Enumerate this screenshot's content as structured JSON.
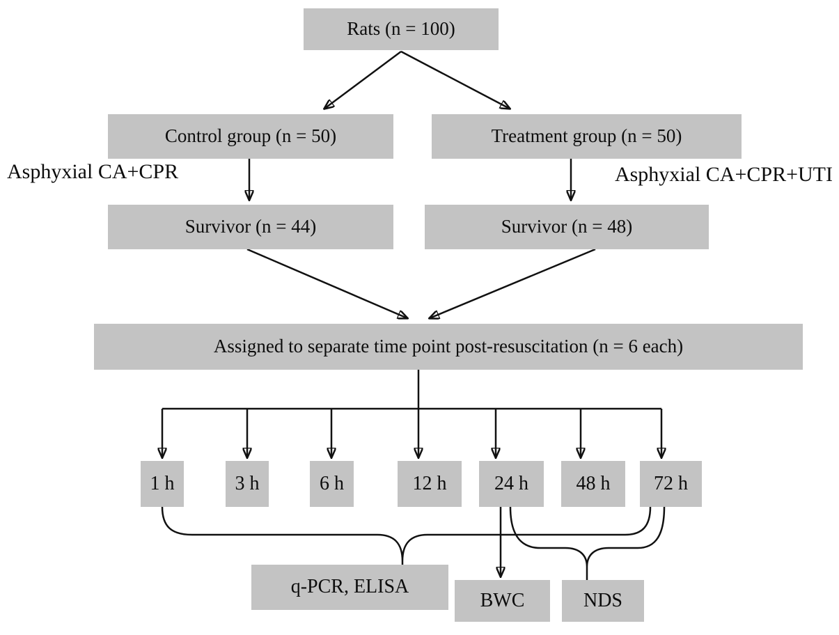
{
  "figure": {
    "background": "#ffffff",
    "box_fill": "#c3c3c3",
    "line_color": "#111111",
    "text_color": "#0d0d0d"
  },
  "nodes": {
    "rats": "Rats (n = 100)",
    "control_group": "Control group (n = 50)",
    "treatment_group": "Treatment group (n = 50)",
    "survivor_control": "Survivor (n = 44)",
    "survivor_treatment": "Survivor (n = 48)",
    "assignment": "Assigned to separate time point post-resuscitation (n = 6 each)",
    "timepoints": [
      "1 h",
      "3 h",
      "6 h",
      "12 h",
      "24 h",
      "48 h",
      "72 h"
    ],
    "qpcr_elisa": "q-PCR, ELISA",
    "bwc": "BWC",
    "nds": "NDS"
  },
  "annotations": {
    "control_procedure": "Asphyxial CA+CPR",
    "treatment_procedure": "Asphyxial CA+CPR+UTI"
  }
}
